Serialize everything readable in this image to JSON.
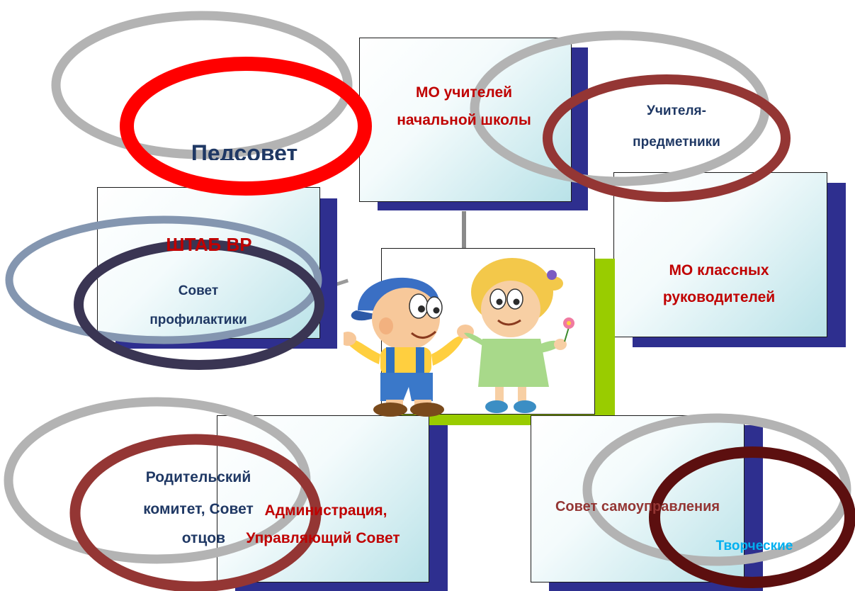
{
  "labels": {
    "pedsovet": "Педсовет",
    "mo_primary_line1": "МО учителей",
    "mo_primary_line2": "начальной школы",
    "subject_teachers_line1": "Учителя-",
    "subject_teachers_line2": "предметники",
    "shtab_vr": "ШТАБ ВР",
    "prevention_line1": "Совет",
    "prevention_line2": "профилактики",
    "mo_class_line1": "МО классных",
    "mo_class_line2": "руководителей",
    "parents_line1": "Родительский",
    "parents_line2": "комитет, Совет",
    "parents_line3": "отцов",
    "admin_line1": "Администрация,",
    "admin_line2": "Управляющий Совет",
    "self_gov": "Совет самоуправления",
    "creative": "Творческие"
  },
  "colors": {
    "box_shadow": "#2e2f8f",
    "center_shadow": "#99cc00",
    "oval_gray": "#b3b3b3",
    "oval_red": "#ff0000",
    "oval_brown": "#943634",
    "oval_dark_brown": "#5c0f0f",
    "oval_slate": "#8496b0",
    "oval_navy": "#3a3553",
    "text_navy": "#1f3864",
    "text_red": "#c00000",
    "text_brown": "#943634",
    "text_cyan": "#00b0f0"
  }
}
